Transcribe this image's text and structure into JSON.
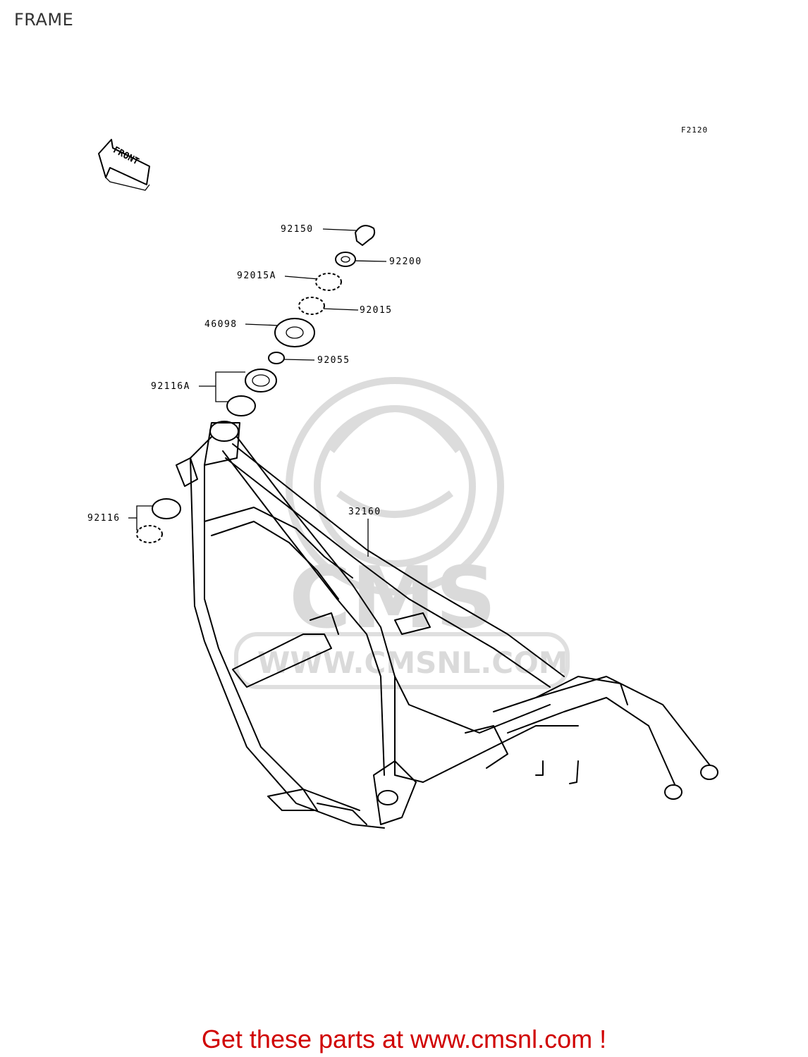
{
  "title": "FRAME",
  "diagram_code": "F2120",
  "front_arrow_label": "FRONT",
  "parts": {
    "p92150": "92150",
    "p92200": "92200",
    "p92015A": "92015A",
    "p92015": "92015",
    "p46098": "46098",
    "p92055": "92055",
    "p92116A": "92116A",
    "p92116": "92116",
    "p32160": "32160"
  },
  "watermark": {
    "brand": "CMS",
    "url": "WWW.CMSNL.COM"
  },
  "footer": {
    "link_text": "Get these parts at www.cmsnl.com !",
    "color": "#d00000"
  }
}
